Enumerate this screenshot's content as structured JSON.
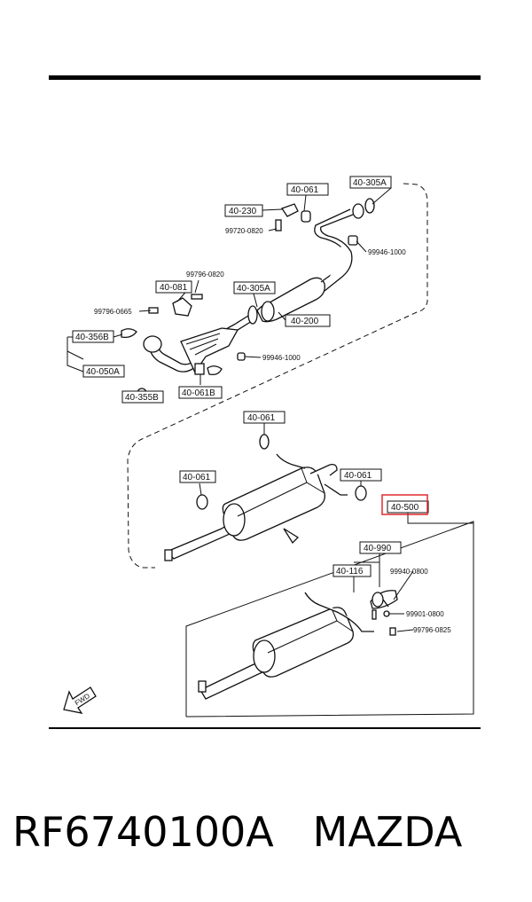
{
  "callouts": {
    "p_40_305A_top": "40-305A",
    "p_40_061_top": "40-061",
    "p_40_230": "40-230",
    "b_99720_0820": "99720-0820",
    "b_99946_1000_a": "99946-1000",
    "b_99796_0820": "99796-0820",
    "p_40_081": "40-081",
    "p_40_305A_mid": "40-305A",
    "p_40_200": "40-200",
    "b_99796_0665": "99796-0665",
    "p_40_356B": "40-356B",
    "b_99946_1000_b": "99946-1000",
    "p_40_050A": "40-050A",
    "p_40_355B": "40-355B",
    "p_40_061B": "40-061B",
    "p_40_061_c": "40-061",
    "p_40_061_d": "40-061",
    "p_40_061_e": "40-061",
    "p_40_500": "40-500",
    "p_40_990": "40-990",
    "p_40_116": "40-116",
    "b_99940_0800": "99940-0800",
    "b_99901_0800": "99901-0800",
    "b_99796_0825": "99796-0825",
    "fwd": "FWD"
  },
  "highlight_color": "#e0282e",
  "caption": {
    "part_number": "RF6740100A",
    "brand": "MAZDA"
  }
}
